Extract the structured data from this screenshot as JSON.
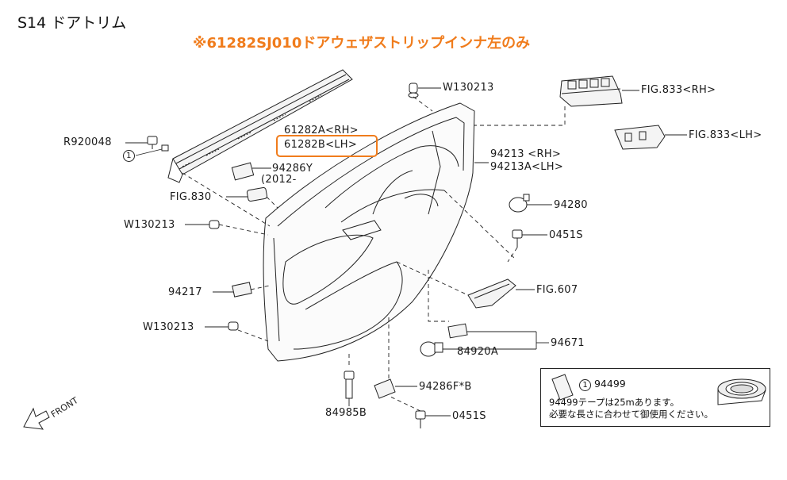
{
  "header": {
    "title": "S14 ドアトリム",
    "note": "※61282SJ010ドアウェザストリップインナ左のみ"
  },
  "accent_color": "#f07c1c",
  "parts": {
    "w130213_top": "W130213",
    "fig833_rh": "FIG.833<RH>",
    "fig833_lh": "FIG.833<LH>",
    "r920048": "R920048",
    "circle_one": "1",
    "p61282a": "61282A<RH>",
    "p61282b": "61282B<LH>",
    "p94213": "94213 <RH>",
    "p94213a": "94213A<LH>",
    "p94286y": "94286Y",
    "p94286y_sub": "(2012-",
    "fig830": "FIG.830",
    "w130213_mid": "W130213",
    "p94280": "94280",
    "p0451s_mid": "0451S",
    "p94217": "94217",
    "fig607": "FIG.607",
    "w130213_low": "W130213",
    "p94671": "94671",
    "p84920a": "84920A",
    "p94286f": "94286F*B",
    "p84985b": "84985B",
    "p0451s_low": "0451S"
  },
  "notebox": {
    "part": "94499",
    "line1": "94499テープは25mあります。",
    "line2": "必要な長さに合わせて御使用ください。"
  },
  "front_label": "FRONT"
}
